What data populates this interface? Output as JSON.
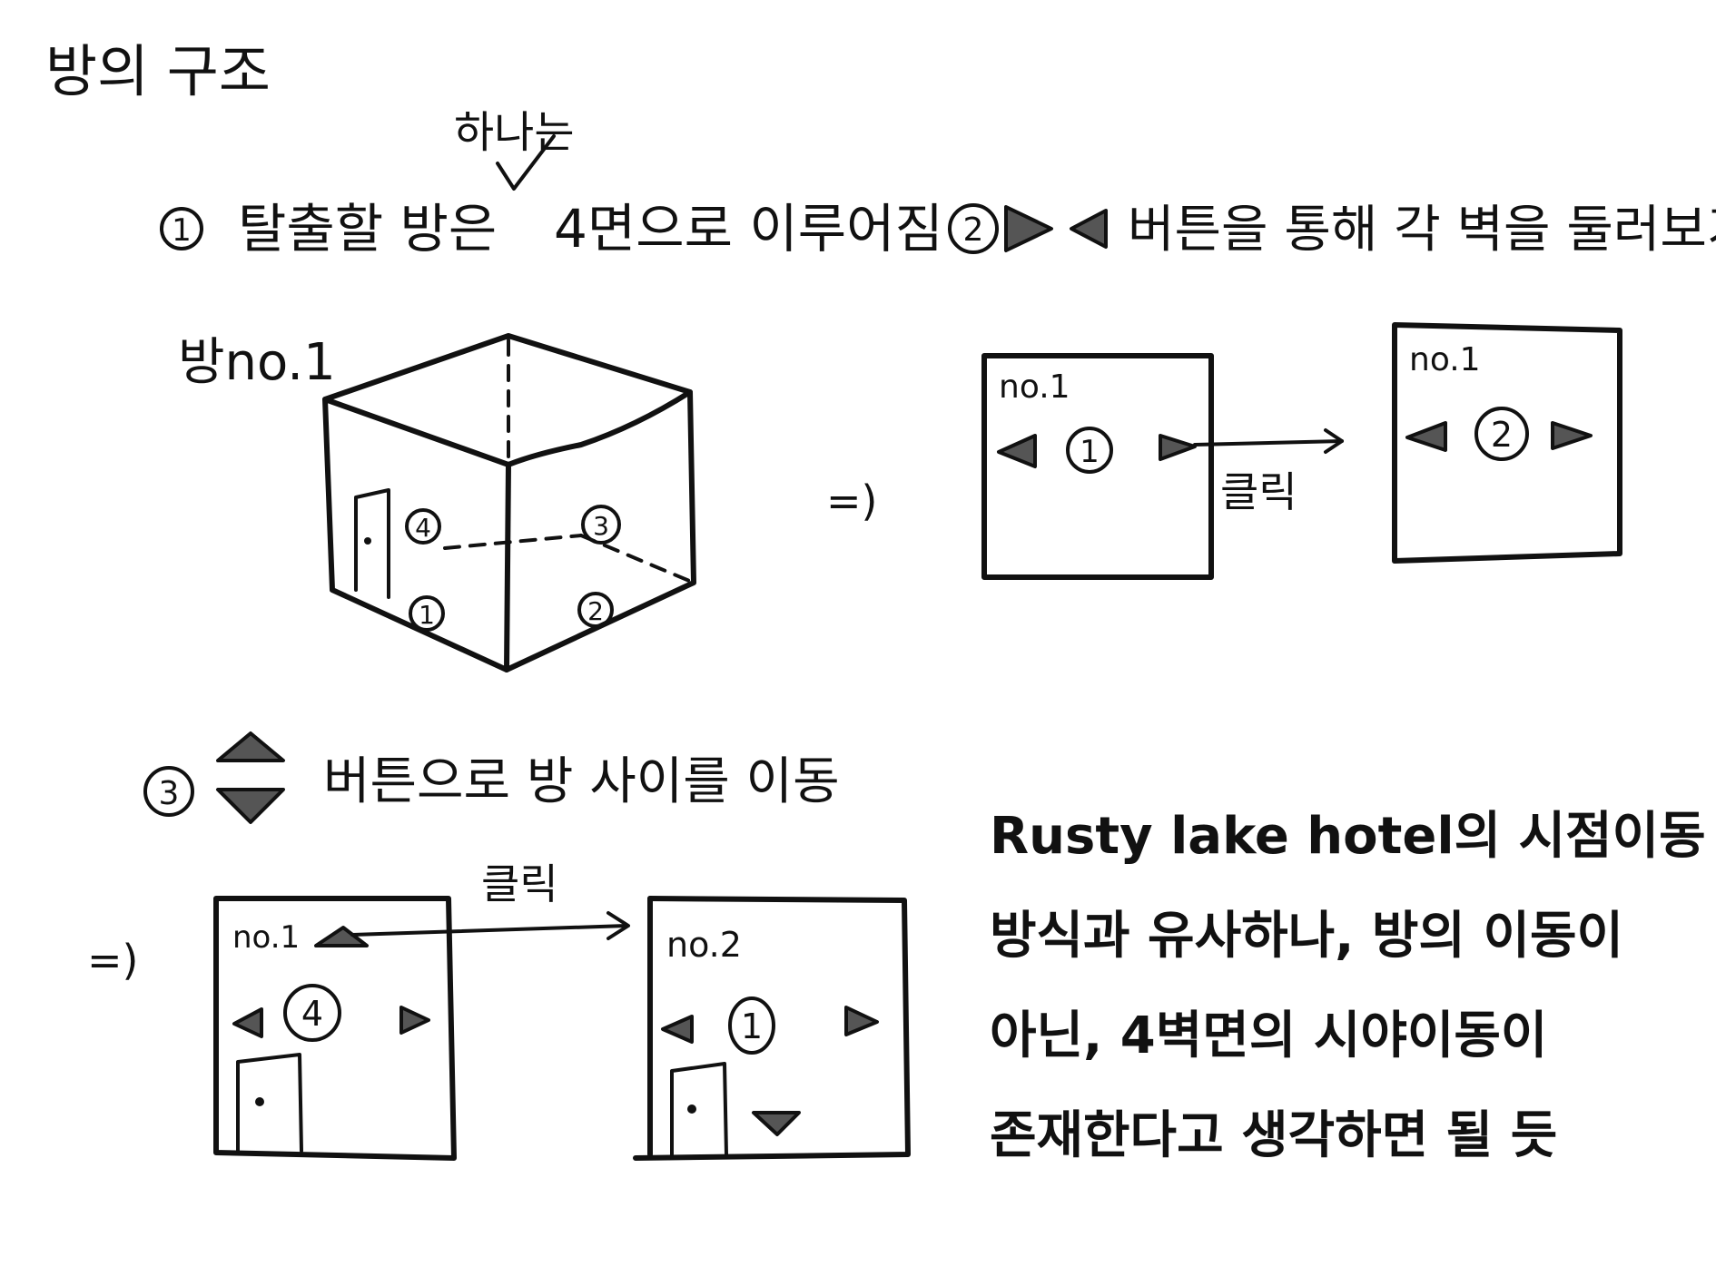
{
  "title": "방의 구조",
  "note_insert": "하나는",
  "point1": {
    "number": "1",
    "text_a": "탈출할 방은",
    "text_b": "4면으로 이루어짐"
  },
  "point2": {
    "number": "2",
    "text": "버튼을 통해 각 벽을 둘러보기"
  },
  "point3": {
    "number": "3",
    "text": "버튼으로 방 사이를 이동"
  },
  "cube": {
    "label": "방no.1",
    "wall_numbers": [
      "4",
      "3",
      "1",
      "2"
    ]
  },
  "implies": "=)",
  "wall_view": {
    "left_panel": {
      "label": "no.1",
      "wall_number": "1"
    },
    "right_panel": {
      "label": "no.1",
      "wall_number": "2"
    },
    "click_label": "클릭"
  },
  "room_move": {
    "left_panel": {
      "label": "no.1",
      "wall_number": "4"
    },
    "right_panel": {
      "label": "no.2",
      "wall_number": "1"
    },
    "click_label": "클릭"
  },
  "remark": {
    "lines": [
      "Rusty lake hotel의 시점이동",
      "방식과 유사하나, 방의 이동이",
      "아닌, 4벽면의 시야이동이",
      "존재한다고 생각하면 될 듯"
    ]
  }
}
